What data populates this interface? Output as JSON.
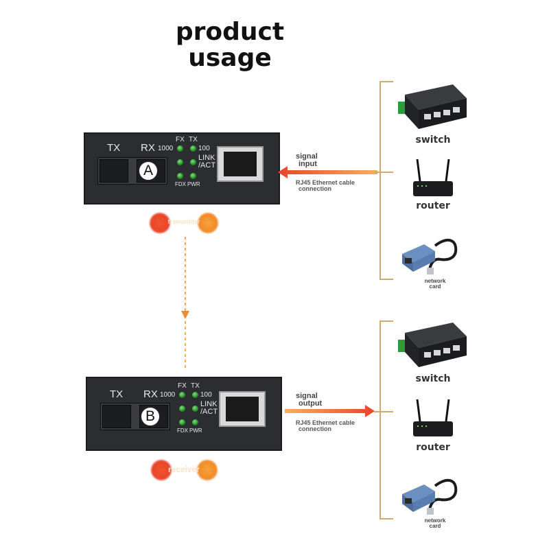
{
  "title": {
    "line1": "product",
    "line2": "usage"
  },
  "converters": [
    {
      "id": "A",
      "tx": "TX",
      "rx": "RX",
      "speed": "1000",
      "speed2": "100",
      "fx": "FX",
      "tx_led": "TX",
      "link1": "LINK",
      "link2": "/ACT",
      "fdx": "FDX",
      "pwr": "PWR",
      "role": "transmitter",
      "signal1": "signal",
      "signal2": "input",
      "cable1": "RJ45 Ethernet cable",
      "cable2": "connection"
    },
    {
      "id": "B",
      "tx": "TX",
      "rx": "RX",
      "speed": "1000",
      "speed2": "100",
      "fx": "FX",
      "tx_led": "TX",
      "link1": "LINK",
      "link2": "/ACT",
      "fdx": "FDX",
      "pwr": "PWR",
      "role": "receiver",
      "signal1": "signal",
      "signal2": "output",
      "cable1": "RJ45 Ethernet cable",
      "cable2": "connection"
    }
  ],
  "devices_top": {
    "switch": "switch",
    "router": "router",
    "nic1": "network",
    "nic2": "card"
  },
  "devices_bottom": {
    "switch": "switch",
    "router": "router",
    "nic1": "network",
    "nic2": "card"
  },
  "colors": {
    "arrow_orange": "#f08a2a",
    "arrow_red": "#e8452a",
    "bracket": "#d4a86a",
    "device_dark": "#2b2d31"
  }
}
